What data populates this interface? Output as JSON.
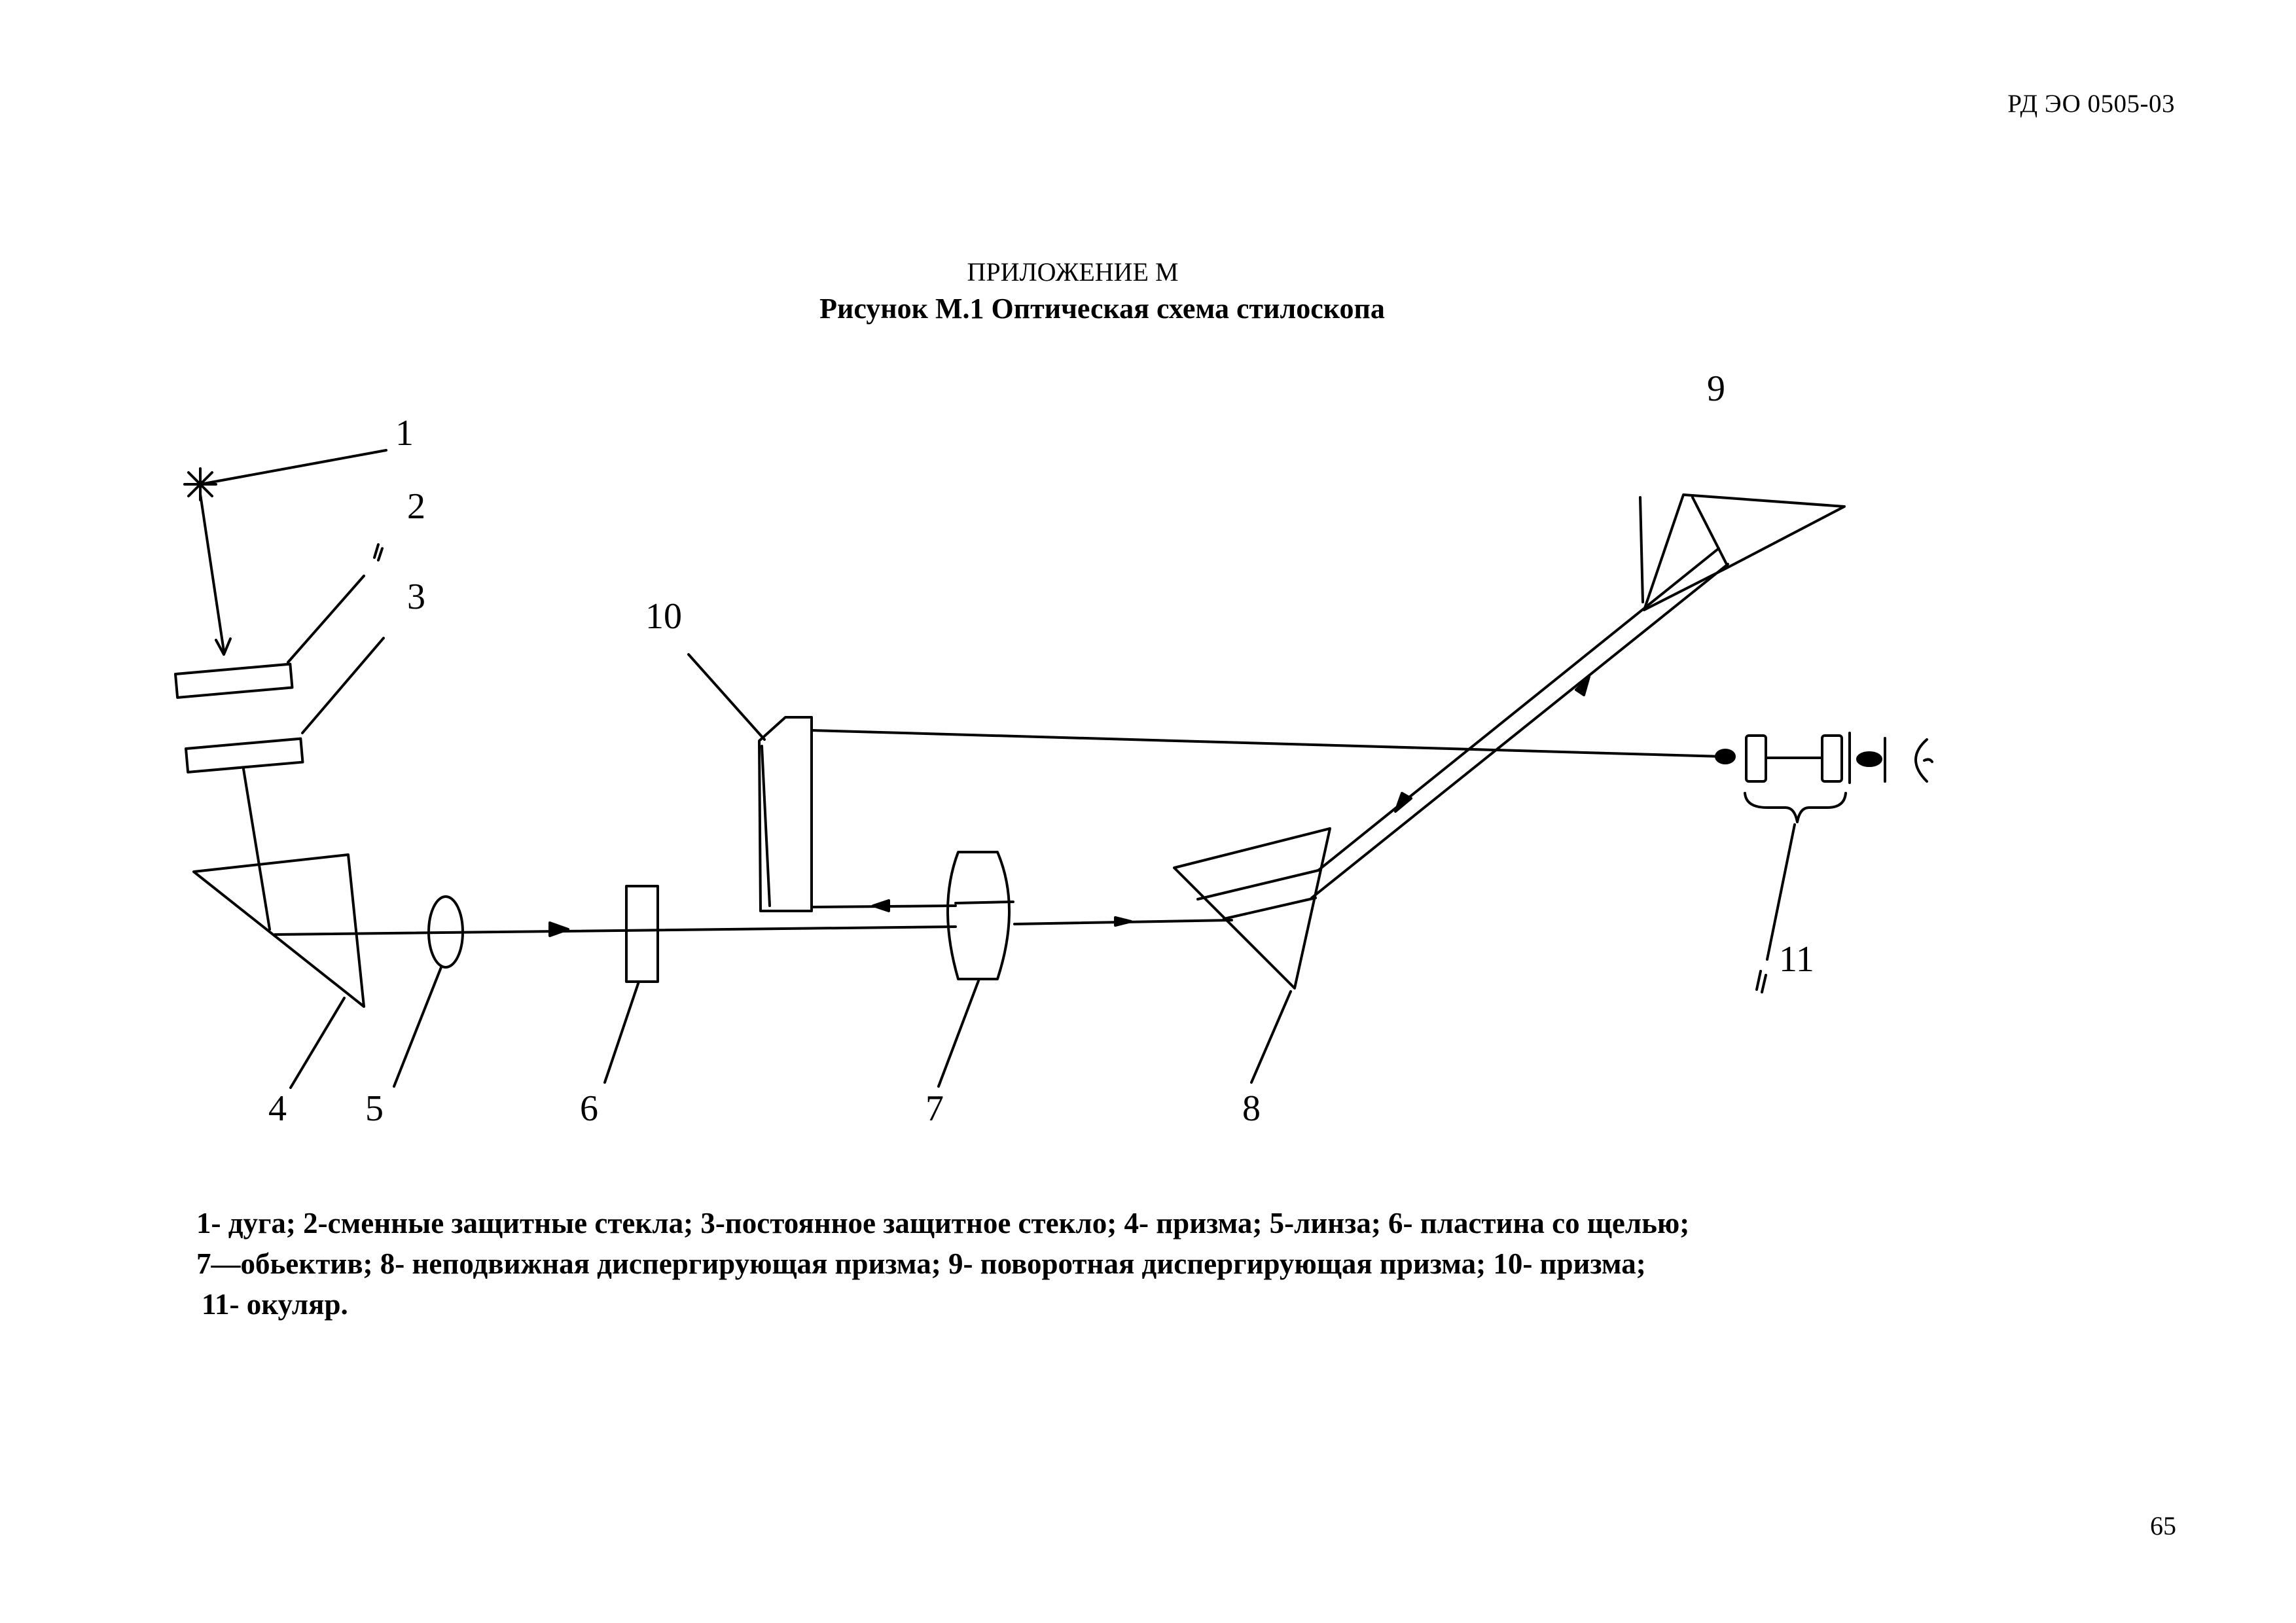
{
  "header": {
    "doc_code": "РД ЭО 0505-03"
  },
  "title": {
    "appendix": "ПРИЛОЖЕНИЕ М",
    "figure": "Рисунок М.1 Оптическая схема стилоскопа"
  },
  "diagram": {
    "labels": {
      "l1": "1",
      "l2": "2",
      "l3": "3",
      "l4": "4",
      "l5": "5",
      "l6": "6",
      "l7": "7",
      "l8": "8",
      "l9": "9",
      "l10": "10",
      "l11": "11"
    }
  },
  "legend": {
    "line1": "1- дуга; 2-сменные защитные стекла; 3-постоянное защитное стекло; 4- призма; 5-линза; 6- пластина со щелью;",
    "line2": "7—обьектив; 8- неподвижная диспергирующая призма; 9- поворотная диспергирующая призма; 10- призма;",
    "line3": "11- окуляр."
  },
  "footer": {
    "page_number": "65"
  }
}
